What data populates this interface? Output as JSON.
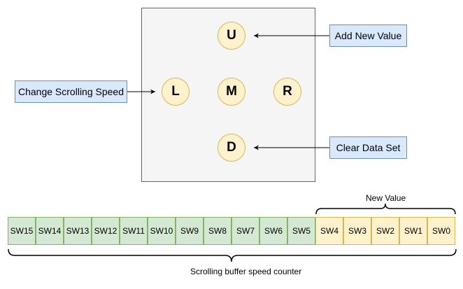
{
  "buttons": {
    "up": "U",
    "left": "L",
    "middle": "M",
    "right": "R",
    "down": "D"
  },
  "labels": {
    "add_new_value": "Add New Value",
    "change_scrolling_speed": "Change Scrolling Speed",
    "clear_data_set": "Clear Data Set"
  },
  "switches": {
    "green": [
      "SW15",
      "SW14",
      "SW13",
      "SW12",
      "SW11",
      "SW10",
      "SW9",
      "SW8",
      "SW7",
      "SW6",
      "SW5"
    ],
    "yellow": [
      "SW4",
      "SW3",
      "SW2",
      "SW1",
      "SW0"
    ]
  },
  "captions": {
    "new_value": "New Value",
    "scrolling_buffer": "Scrolling buffer speed counter"
  }
}
